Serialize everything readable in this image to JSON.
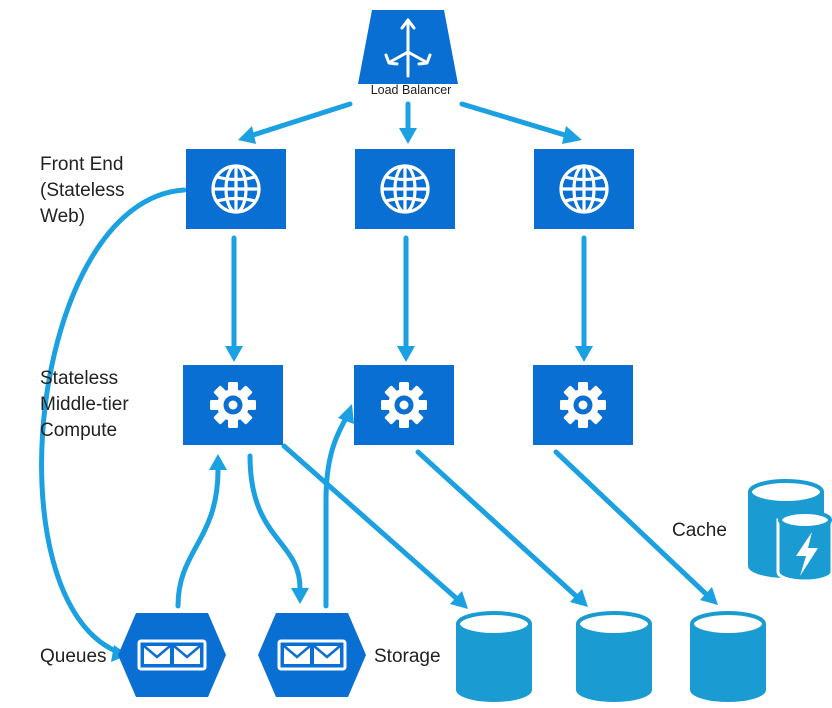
{
  "colors": {
    "node_fill": "#0a6fd3",
    "flow_arrow": "#1ba1e2",
    "storage_fill": "#1a9bd2",
    "text": "#222222"
  },
  "labels": {
    "load_balancer": "Load Balancer",
    "front_end": [
      "Front End",
      "(Stateless",
      "Web)"
    ],
    "middle_tier": [
      "Stateless",
      "Middle-tier",
      "Compute"
    ],
    "queues": "Queues",
    "storage": "Storage",
    "cache": "Cache"
  },
  "nodes": {
    "load_balancer_icon": "load-balancer-icon",
    "web_role_icon": "globe-icon",
    "worker_role_icon": "gear-icon",
    "queue_icon": "queue-envelope-icon",
    "storage_icon": "database-cylinder-icon",
    "cache_icon": "cache-lightning-icon"
  }
}
